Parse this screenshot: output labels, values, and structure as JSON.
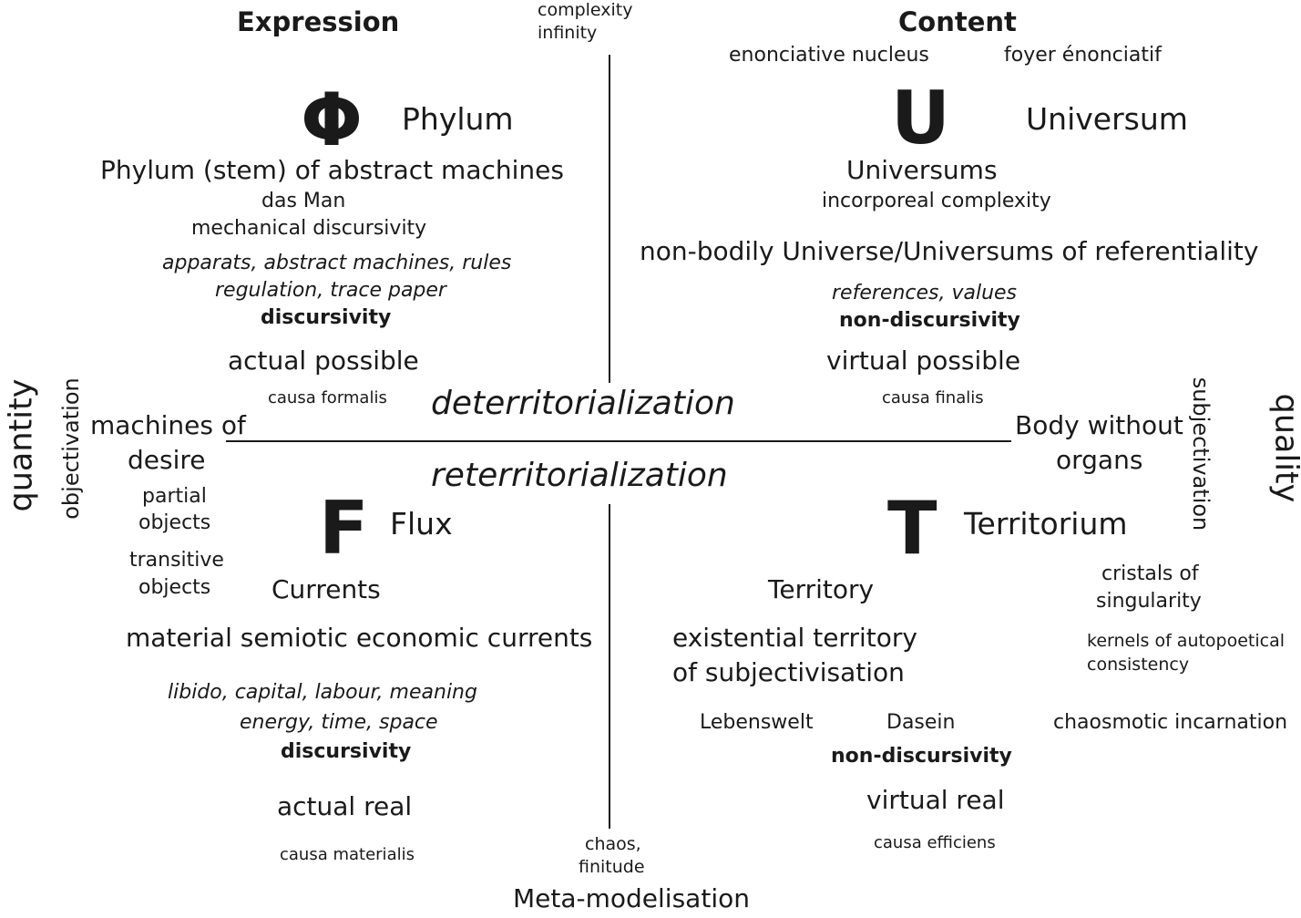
{
  "top": {
    "expression": "Expression",
    "content": "Content",
    "complexity": "complexity",
    "infinity": "infinity",
    "enonciative_nucleus": "enonciative nucleus",
    "foyer": "foyer énonciatif"
  },
  "phylum": {
    "symbol": "Φ",
    "name": "Phylum",
    "heading": "Phylum (stem) of abstract machines",
    "das_man": "das Man",
    "mech": "mechanical discursivity",
    "italic1": "apparats, abstract machines, rules",
    "italic2": "regulation, trace paper",
    "disc": "discursivity",
    "actual": "actual possible",
    "causa": "causa formalis"
  },
  "universum": {
    "symbol": "U",
    "name": "Universum",
    "heading": "Universums",
    "incorp": "incorporeal complexity",
    "nonbodily": "non-bodily Universe/Universums of referentiality",
    "italic1": "references, values",
    "nondisc": "non-discursivity",
    "virtual": "virtual possible",
    "causa": "causa finalis"
  },
  "center": {
    "deterr": "deterritorialization",
    "reterr": "reterritorialization"
  },
  "left": {
    "quantity": "quantity",
    "objectivation": "objectivation",
    "machines1": "machines of",
    "machines2": "desire",
    "partial1": "partial",
    "partial2": "objects",
    "transitive1": "transitive",
    "transitive2": "objects"
  },
  "right": {
    "quality": "quality",
    "subjectivation": "subjectivation",
    "bwo1": "Body without",
    "bwo2": "organs",
    "cristals1": "cristals of",
    "cristals2": "singularity",
    "kernels1": "kernels of autopoetical",
    "kernels2": "consistency",
    "chaosmotic": "chaosmotic incarnation"
  },
  "flux": {
    "symbol": "F",
    "name": "Flux",
    "currents": "Currents",
    "material": "material semiotic economic currents",
    "italic1": "libido, capital, labour, meaning",
    "italic2": "energy, time, space",
    "disc": "discursivity",
    "actual": "actual real",
    "causa": "causa materialis"
  },
  "territorium": {
    "symbol": "T",
    "name": "Territorium",
    "territory": "Territory",
    "existential1": "existential territory",
    "existential2": "of subjectivisation",
    "lebenswelt": "Lebenswelt",
    "dasein": "Dasein",
    "nondisc": "non-discursivity",
    "virtual": "virtual real",
    "causa": "causa efficiens"
  },
  "bottom": {
    "chaos": "chaos,",
    "finitude": "finitude",
    "meta": "Meta-modelisation"
  }
}
